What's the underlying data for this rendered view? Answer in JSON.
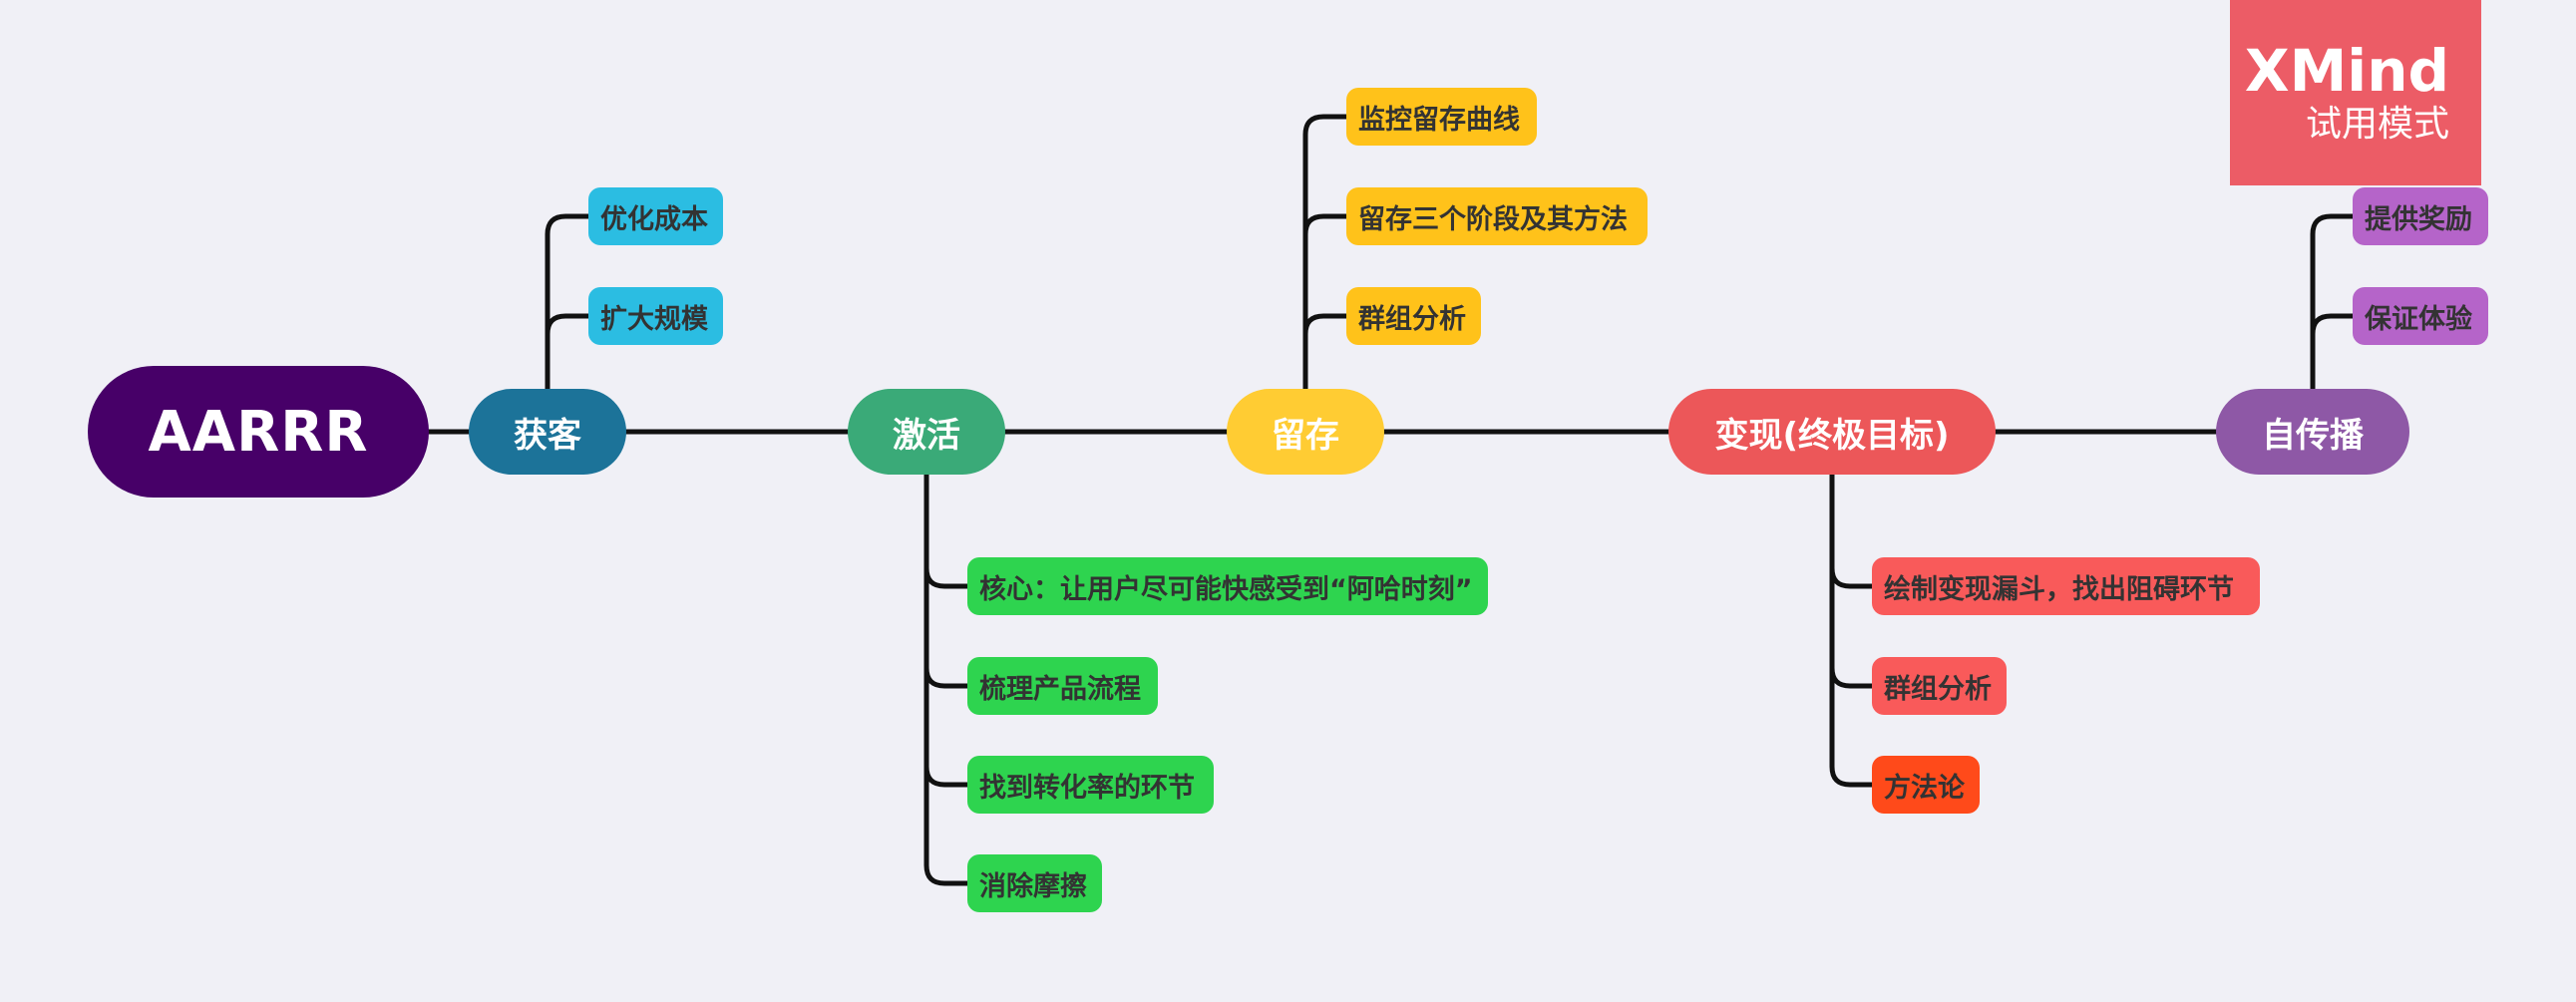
{
  "root": {
    "label": "AARRR"
  },
  "stages": [
    {
      "label": "获客",
      "color": "#1c7399",
      "children": [
        {
          "label": "优化成本",
          "color": "#2bbde2"
        },
        {
          "label": "扩大规模",
          "color": "#2bbde2"
        }
      ]
    },
    {
      "label": "激活",
      "color": "#3aaa78",
      "children": [
        {
          "label": "核心：让用户尽可能快感受到“阿哈时刻”",
          "color": "#2ed44f"
        },
        {
          "label": "梳理产品流程",
          "color": "#2ed44f"
        },
        {
          "label": "找到转化率的环节",
          "color": "#2ed44f"
        },
        {
          "label": "消除摩擦",
          "color": "#2ed44f"
        }
      ]
    },
    {
      "label": "留存",
      "color": "#ffcc33",
      "children": [
        {
          "label": "监控留存曲线",
          "color": "#ffc21a"
        },
        {
          "label": "留存三个阶段及其方法",
          "color": "#ffc21a"
        },
        {
          "label": "群组分析",
          "color": "#ffc21a"
        }
      ]
    },
    {
      "label": "变现(终极目标)",
      "color": "#ec5759",
      "children": [
        {
          "label": "绘制变现漏斗，找出阻碍环节",
          "color": "#f95a5a"
        },
        {
          "label": "群组分析",
          "color": "#f95a5a"
        },
        {
          "label": "方法论",
          "color": "#ff4a1a"
        }
      ]
    },
    {
      "label": "自传播",
      "color": "#8e58a6",
      "children": [
        {
          "label": "提供奖励",
          "color": "#b564c9"
        },
        {
          "label": "保证体验",
          "color": "#b564c9"
        }
      ]
    }
  ],
  "watermark": {
    "brand": "XMind",
    "mode": "试用模式"
  },
  "colors": {
    "background": "#f0f0f6",
    "root": "#470068",
    "line": "#111111"
  }
}
